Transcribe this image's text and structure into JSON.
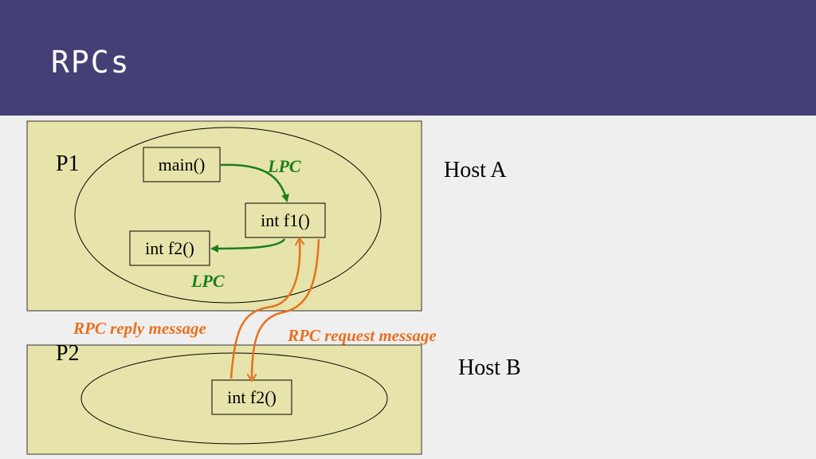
{
  "slide": {
    "title": "RPCs"
  },
  "diagram": {
    "host_a": {
      "host_label": "Host A",
      "process_label": "P1",
      "boxes": {
        "main": "main()",
        "f1": "int f1()",
        "f2": "int f2()"
      },
      "lpc_top": "LPC",
      "lpc_bottom": "LPC"
    },
    "host_b": {
      "host_label": "Host B",
      "process_label": "P2",
      "boxes": {
        "f2": "int f2()"
      }
    },
    "messages": {
      "reply": "RPC reply message",
      "request": "RPC request message"
    },
    "colors": {
      "title_bar": "#443f75",
      "host_fill": "#e6e4aa",
      "lpc_arrow": "#1a7f1a",
      "rpc_arrow": "#e8701e"
    }
  }
}
